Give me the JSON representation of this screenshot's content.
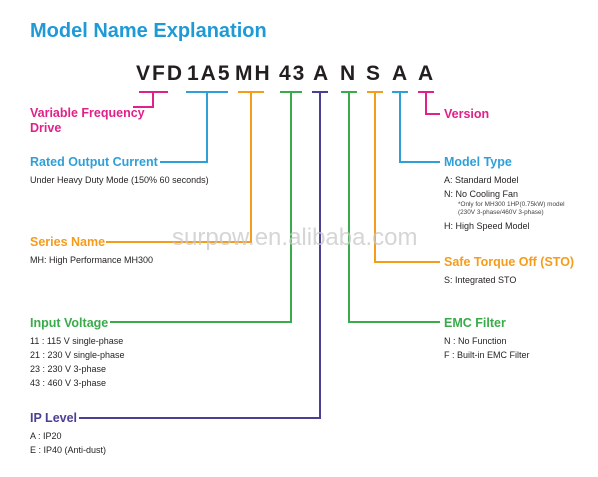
{
  "title": "Model Name Explanation",
  "code_segments": [
    {
      "text": "VFD",
      "color": "#e0218a"
    },
    {
      "text": "1A5",
      "color": "#2f9fd8"
    },
    {
      "text": "MH",
      "color": "#f59c1a"
    },
    {
      "text": "43",
      "color": "#3aab4a"
    },
    {
      "text": "A",
      "color": "#4a3f95"
    },
    {
      "text": "N",
      "color": "#3aab4a"
    },
    {
      "text": "S",
      "color": "#f59c1a"
    },
    {
      "text": "A",
      "color": "#2f9fd8"
    },
    {
      "text": "A",
      "color": "#e0218a"
    }
  ],
  "watermark": "surpow.en.alibaba.com",
  "sections": {
    "variable_frequency_drive": {
      "heading_line1": "Variable Frequency",
      "heading_line2": "Drive",
      "color": "#e0218a"
    },
    "rated_output_current": {
      "heading": "Rated Output Current",
      "color": "#2f9fd8",
      "lines": [
        "Under Heavy Duty Mode (150% 60 seconds)"
      ]
    },
    "series_name": {
      "heading": "Series Name",
      "color": "#f59c1a",
      "lines": [
        "MH: High Performance MH300"
      ]
    },
    "input_voltage": {
      "heading": "Input Voltage",
      "color": "#3aab4a",
      "lines": [
        "11 : 115 V single-phase",
        "21 : 230 V single-phase",
        "23 : 230 V 3-phase",
        "43 : 460 V 3-phase"
      ]
    },
    "ip_level": {
      "heading": "IP Level",
      "color": "#4a3f95",
      "lines": [
        "A : IP20",
        "E : IP40 (Anti-dust)"
      ]
    },
    "version": {
      "heading": "Version",
      "color": "#e0218a"
    },
    "model_type": {
      "heading": "Model Type",
      "color": "#2f9fd8",
      "lines": [
        "A: Standard Model",
        "N: No Cooling Fan"
      ],
      "note_line1": "*Only for MH300 1HP(0.75kW) model",
      "note_line2": "(230V 3-phase/460V 3-phase)",
      "last_line": "H: High Speed Model"
    },
    "safe_torque_off": {
      "heading": "Safe Torque Off (STO)",
      "color": "#f59c1a",
      "lines": [
        "S: Integrated STO"
      ]
    },
    "emc_filter": {
      "heading": "EMC Filter",
      "color": "#3aab4a",
      "lines": [
        "N : No Function",
        "F : Built-in EMC Filter"
      ]
    }
  }
}
